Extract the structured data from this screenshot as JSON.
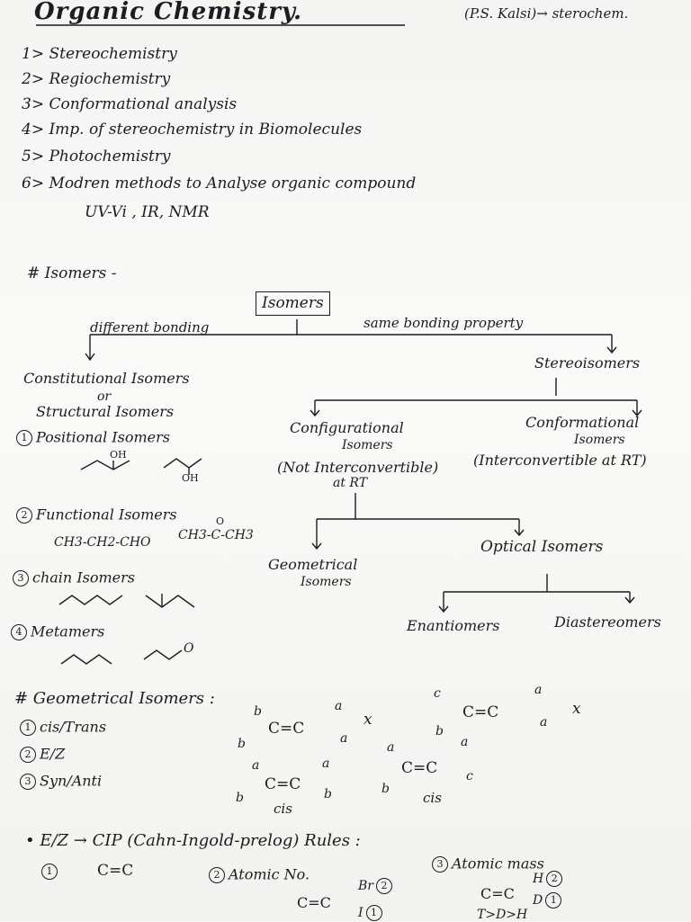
{
  "header": {
    "title": "Organic Chemistry.",
    "reference": "(P.S. Kalsi)→ sterochem."
  },
  "syllabus": [
    "1> Stereochemistry",
    "2> Regiochemistry",
    "3> Conformational analysis",
    "4> Imp. of stereochemistry in Biomolecules",
    "5> Photochemistry",
    "6> Modren methods to Analyse organic compound",
    "UV-Vi , IR, NMR"
  ],
  "isomers_heading": "# Isomers -",
  "tree": {
    "root": "Isomers",
    "left_branch_label": "different bonding",
    "right_branch_label": "same bonding property",
    "constitutional": "Constitutional Isomers",
    "or": "or",
    "structural": "Structural Isomers",
    "stereoisomers": "Stereoisomers",
    "configurational": "Configurational",
    "configurational_sub": "Isomers",
    "configurational_note": "(Not Interconvertible)",
    "configurational_note2": "at RT",
    "conformational": "Conformational",
    "conformational_sub": "Isomers",
    "conformational_note": "(Interconvertible at RT)",
    "geometrical": "Geometrical",
    "geometrical_sub": "Isomers",
    "optical": "Optical Isomers",
    "enantiomers": "Enantiomers",
    "diastereomers": "Diastereomers"
  },
  "structural_types": [
    {
      "num": "1",
      "label": "Positional Isomers",
      "example_oh1": "OH",
      "example_oh2": "OH"
    },
    {
      "num": "2",
      "label": "Functional Isomers",
      "ex1": "CH3-CH2-CHO",
      "ex2": "CH3-C-CH3",
      "ex2_top": "O"
    },
    {
      "num": "3",
      "label": "chain Isomers"
    },
    {
      "num": "4",
      "label": "Metamers",
      "ex_o": "O"
    }
  ],
  "geometrical_section": {
    "heading": "# Geometrical Isomers :",
    "items": [
      {
        "num": "1",
        "label": "cis/Trans"
      },
      {
        "num": "2",
        "label": "E/Z"
      },
      {
        "num": "3",
        "label": "Syn/Anti"
      }
    ],
    "cis_label_1": "cis",
    "cis_label_2": "cis",
    "cross": "x",
    "cross2": "x",
    "sub_a": "a",
    "sub_b": "b",
    "sub_c": "c",
    "double_bond": "C=C"
  },
  "cip": {
    "heading": "• E/Z → CIP (Cahn-Ingold-prelog) Rules :",
    "rules": [
      {
        "num": "1",
        "label": ""
      },
      {
        "num": "2",
        "label": "Atomic No.",
        "br": "Br",
        "br_rank": "2",
        "i": "I",
        "i_rank": "1"
      },
      {
        "num": "3",
        "label": "Atomic mass",
        "h": "H",
        "h_rank": "2",
        "d": "D",
        "d_rank": "1",
        "tail": "T>D>H"
      }
    ]
  }
}
